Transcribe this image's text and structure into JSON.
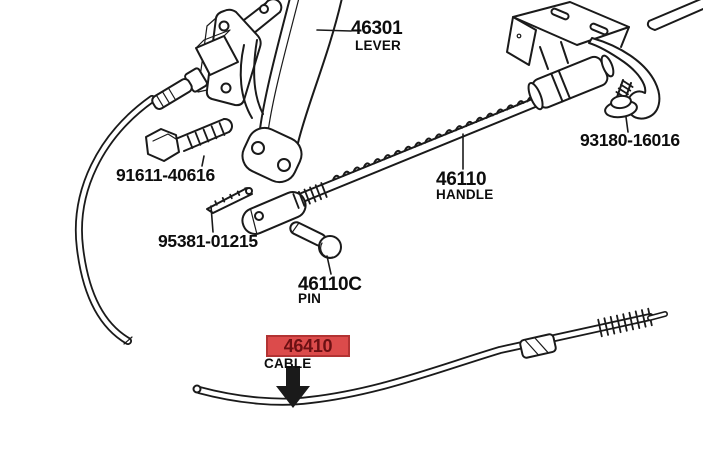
{
  "canvas": {
    "background": "#ffffff",
    "ink": "#1a1a1a"
  },
  "highlight": {
    "fill": "#dc4b4b",
    "border": "#b23333",
    "text": "#6d1013"
  },
  "labels": {
    "lever": {
      "number": "46301",
      "name": "LEVER"
    },
    "bolt_upper": {
      "number": "91611-40616"
    },
    "pin_small": {
      "number": "95381-01215"
    },
    "handle": {
      "number": "46110",
      "name": "HANDLE"
    },
    "clevis_pin": {
      "number": "46110C",
      "name": "PIN"
    },
    "bolt_lower": {
      "number": "93180-16016"
    },
    "cable": {
      "number": "46410",
      "name": "CABLE",
      "highlighted": true
    }
  }
}
